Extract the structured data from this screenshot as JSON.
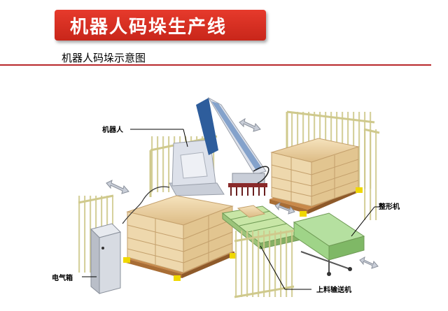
{
  "header": {
    "title": "机器人码垛生产线",
    "subtitle": "机器人码垛示意图"
  },
  "labels": {
    "robot": "机器人",
    "shaping_machine": "整形机",
    "electric_box": "电气箱",
    "feed_conveyor": "上料输送机"
  },
  "colors": {
    "banner": "#d5301f",
    "rule": "#b8282b",
    "fence": "#d9d4a0",
    "bags": "#ecd3a6",
    "pallet": "#c8894a",
    "robot_body": "#dde1ea",
    "robot_arm": "#2e5d9c",
    "conveyor": "#c8e6a6",
    "shaping_machine": "#9fd488",
    "electric_box": "#d7dbe2"
  }
}
